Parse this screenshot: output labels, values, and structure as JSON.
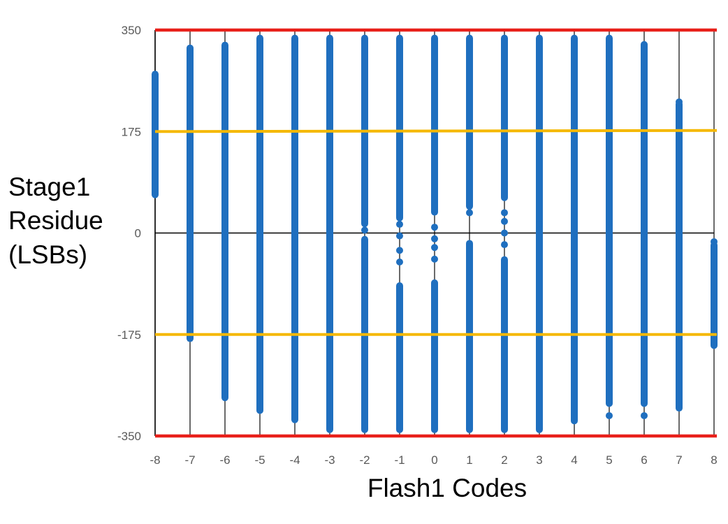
{
  "chart_data": {
    "type": "scatter",
    "xlabel": "Flash1 Codes",
    "ylabel_lines": [
      "Stage1",
      "Residue",
      "(LSBs)"
    ],
    "x_ticks": [
      "-8",
      "-7",
      "-6",
      "-5",
      "-4",
      "-3",
      "-2",
      "-1",
      "0",
      "1",
      "2",
      "3",
      "4",
      "5",
      "6",
      "7",
      "8"
    ],
    "y_ticks": [
      "350",
      "175",
      "0",
      "-175",
      "-350"
    ],
    "xlim": [
      -8,
      8
    ],
    "ylim": [
      -350,
      350
    ],
    "grid": "vertical",
    "series_color": "#1f6fbf",
    "columns": [
      {
        "code": -8,
        "bands": [
          [
            60,
            280
          ]
        ]
      },
      {
        "code": -7,
        "bands": [
          [
            -188,
            325
          ]
        ]
      },
      {
        "code": -6,
        "bands": [
          [
            -290,
            330
          ]
        ]
      },
      {
        "code": -5,
        "bands": [
          [
            -312,
            342
          ]
        ]
      },
      {
        "code": -4,
        "bands": [
          [
            -328,
            342
          ]
        ]
      },
      {
        "code": -3,
        "bands": [
          [
            -345,
            342
          ]
        ]
      },
      {
        "code": -2,
        "bands": [
          [
            10,
            342
          ],
          [
            -345,
            -5
          ]
        ]
      },
      {
        "code": -1,
        "bands": [
          [
            20,
            342
          ],
          [
            -345,
            -85
          ]
        ]
      },
      {
        "code": 0,
        "bands": [
          [
            30,
            342
          ],
          [
            -345,
            -80
          ]
        ]
      },
      {
        "code": 1,
        "bands": [
          [
            40,
            342
          ],
          [
            -345,
            -12
          ]
        ]
      },
      {
        "code": 2,
        "bands": [
          [
            55,
            342
          ],
          [
            -345,
            -40
          ]
        ]
      },
      {
        "code": 3,
        "bands": [
          [
            -345,
            342
          ]
        ]
      },
      {
        "code": 4,
        "bands": [
          [
            -330,
            342
          ]
        ]
      },
      {
        "code": 5,
        "bands": [
          [
            -300,
            342
          ]
        ]
      },
      {
        "code": 6,
        "bands": [
          [
            -300,
            330
          ]
        ]
      },
      {
        "code": 7,
        "bands": [
          [
            -308,
            228
          ]
        ]
      },
      {
        "code": 8,
        "bands": [
          [
            -200,
            -15
          ]
        ]
      }
    ],
    "scatter_points": [
      {
        "x": -7,
        "y": 310
      },
      {
        "x": -7,
        "y": 240
      },
      {
        "x": -4,
        "y": -45
      },
      {
        "x": -3,
        "y": -45
      },
      {
        "x": -3,
        "y": -75
      },
      {
        "x": -2,
        "y": 5
      },
      {
        "x": -2,
        "y": 30
      },
      {
        "x": -2,
        "y": -40
      },
      {
        "x": -2,
        "y": -65
      },
      {
        "x": -1,
        "y": 15
      },
      {
        "x": -1,
        "y": -5
      },
      {
        "x": -1,
        "y": -30
      },
      {
        "x": -1,
        "y": -50
      },
      {
        "x": 0,
        "y": 10
      },
      {
        "x": 0,
        "y": -10
      },
      {
        "x": 0,
        "y": -25
      },
      {
        "x": 0,
        "y": -45
      },
      {
        "x": 1,
        "y": 35
      },
      {
        "x": 1,
        "y": -25
      },
      {
        "x": 1,
        "y": -65
      },
      {
        "x": 2,
        "y": 35
      },
      {
        "x": 2,
        "y": 20
      },
      {
        "x": 2,
        "y": 0
      },
      {
        "x": 2,
        "y": -20
      },
      {
        "x": 3,
        "y": 15
      },
      {
        "x": 3,
        "y": 5
      },
      {
        "x": 5,
        "y": -315
      },
      {
        "x": 6,
        "y": 325
      },
      {
        "x": 6,
        "y": -315
      },
      {
        "x": 7,
        "y": 226
      },
      {
        "x": 8,
        "y": -15
      }
    ],
    "reference_lines": [
      {
        "y": 350,
        "color": "#e8201a"
      },
      {
        "y": -350,
        "color": "#e8201a"
      },
      {
        "y": 175,
        "color": "#f5b800"
      },
      {
        "y": -175,
        "color": "#f5b800"
      }
    ]
  }
}
